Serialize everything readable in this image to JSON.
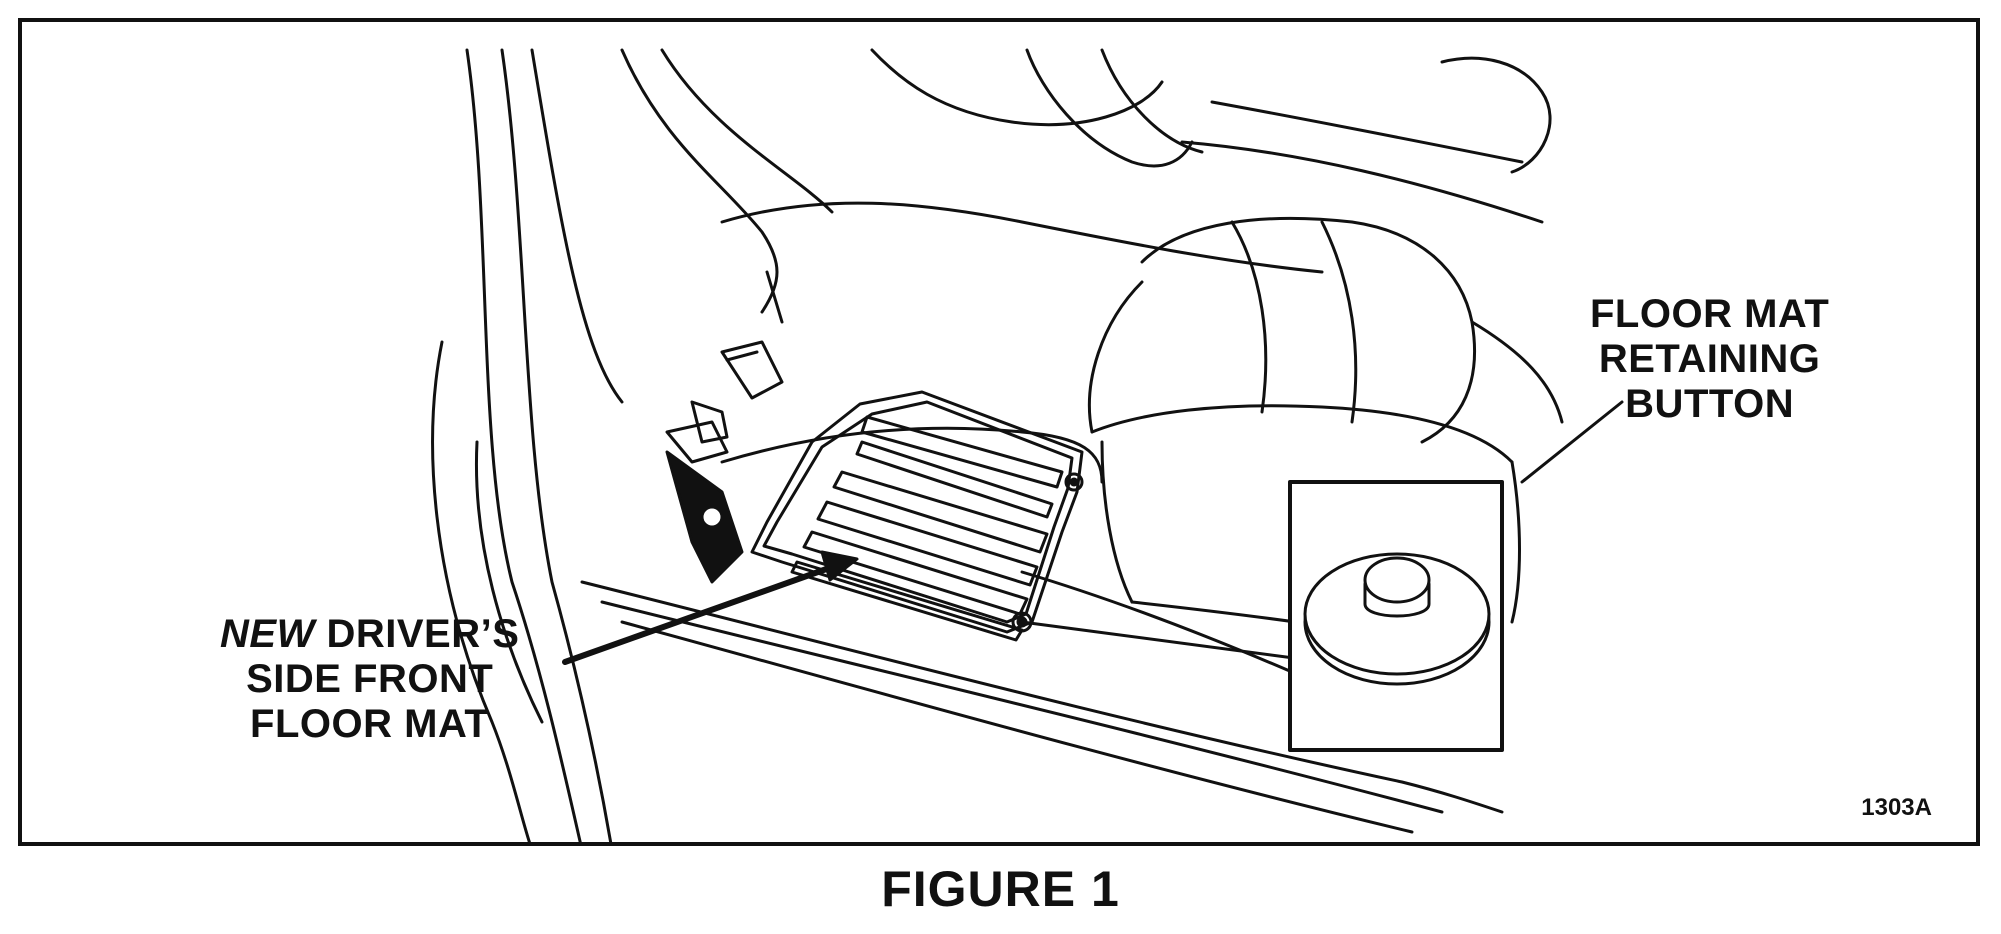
{
  "labels": {
    "mat_italic": "NEW",
    "mat_line1_rest": " DRIVER’S",
    "mat_line2": "SIDE FRONT",
    "mat_line3": "FLOOR MAT",
    "button_line1": "FLOOR MAT",
    "button_line2": "RETAINING",
    "button_line3": "BUTTON"
  },
  "figure_code": "1303A",
  "caption": "FIGURE 1"
}
